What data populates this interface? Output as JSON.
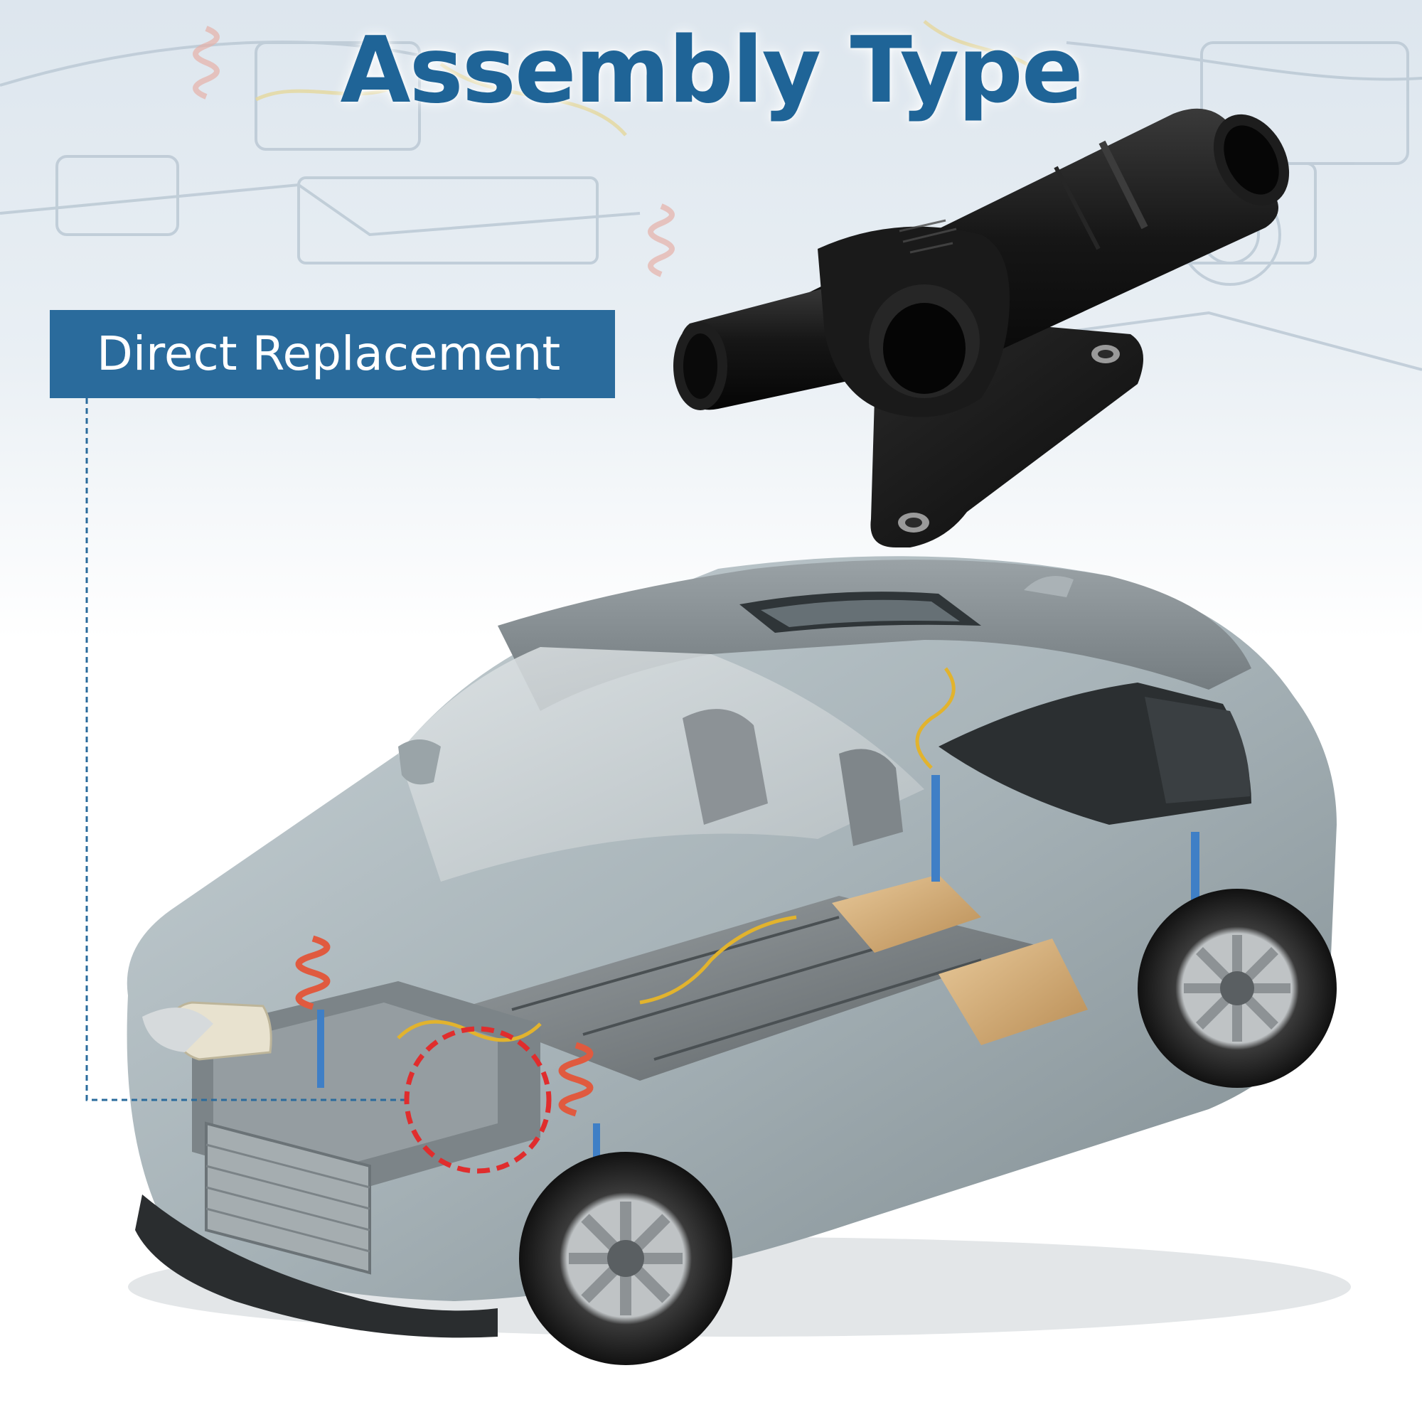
{
  "headline": {
    "text": "Assembly Type",
    "color": "#1f6497"
  },
  "feature_banner": {
    "text": "Direct Replacement",
    "background": "#2a6b9c",
    "text_color": "#ffffff"
  },
  "callout": {
    "line_color": "#2a6b9c",
    "circle_color": "#e02d2d"
  },
  "images": {
    "product": "coolant-flange-photo",
    "vehicle": "suv-cutaway-illustration",
    "background": "engine-bay-blueprint"
  }
}
